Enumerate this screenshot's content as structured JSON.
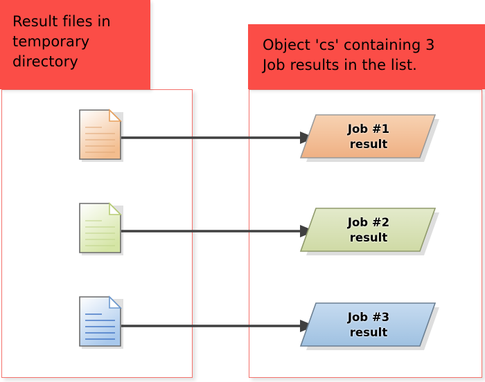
{
  "diagram": {
    "title_left": "Result files in temporary directory",
    "title_right": "Object 'cs' containing 3 Job results in the list."
  },
  "left_panel": {
    "header": {
      "lines": [
        "Result files in",
        "temporary",
        "directory"
      ]
    },
    "files": [
      {
        "name": "result-file-1",
        "icon": "document-icon",
        "fill": "#f7c499",
        "accent": "#e8a05c"
      },
      {
        "name": "result-file-2",
        "icon": "document-icon",
        "fill": "#d6e5a8",
        "accent": "#b6cc72"
      },
      {
        "name": "result-file-3",
        "icon": "document-icon",
        "fill": "#aecdef",
        "accent": "#5b8fd0"
      }
    ]
  },
  "right_panel": {
    "header": {
      "lines": [
        "Object 'cs' containing 3",
        "Job results in the list."
      ]
    },
    "results": [
      {
        "line1": "Job #1",
        "line2": "result",
        "fill_top": "#f7d2b2",
        "fill_bottom": "#f0b383",
        "stroke": "#9a9a9a"
      },
      {
        "line1": "Job #2",
        "line2": "result",
        "fill_top": "#e2e9c8",
        "fill_bottom": "#d2dcad",
        "stroke": "#8f9a6b"
      },
      {
        "line1": "Job #3",
        "line2": "result",
        "fill_top": "#c3d9ef",
        "fill_bottom": "#a2c3e2",
        "stroke": "#6b7f92"
      }
    ]
  },
  "connectors": [
    {
      "name": "arrow-file-1-to-result-1",
      "direction": "right"
    },
    {
      "name": "arrow-file-2-to-result-2",
      "direction": "right"
    },
    {
      "name": "arrow-file-3-to-result-3",
      "direction": "right"
    }
  ],
  "colors": {
    "header_red": "#fb4d47",
    "container_border": "#f4706a",
    "arrow": "#404040",
    "background": "#ffffff",
    "text": "#000000"
  }
}
